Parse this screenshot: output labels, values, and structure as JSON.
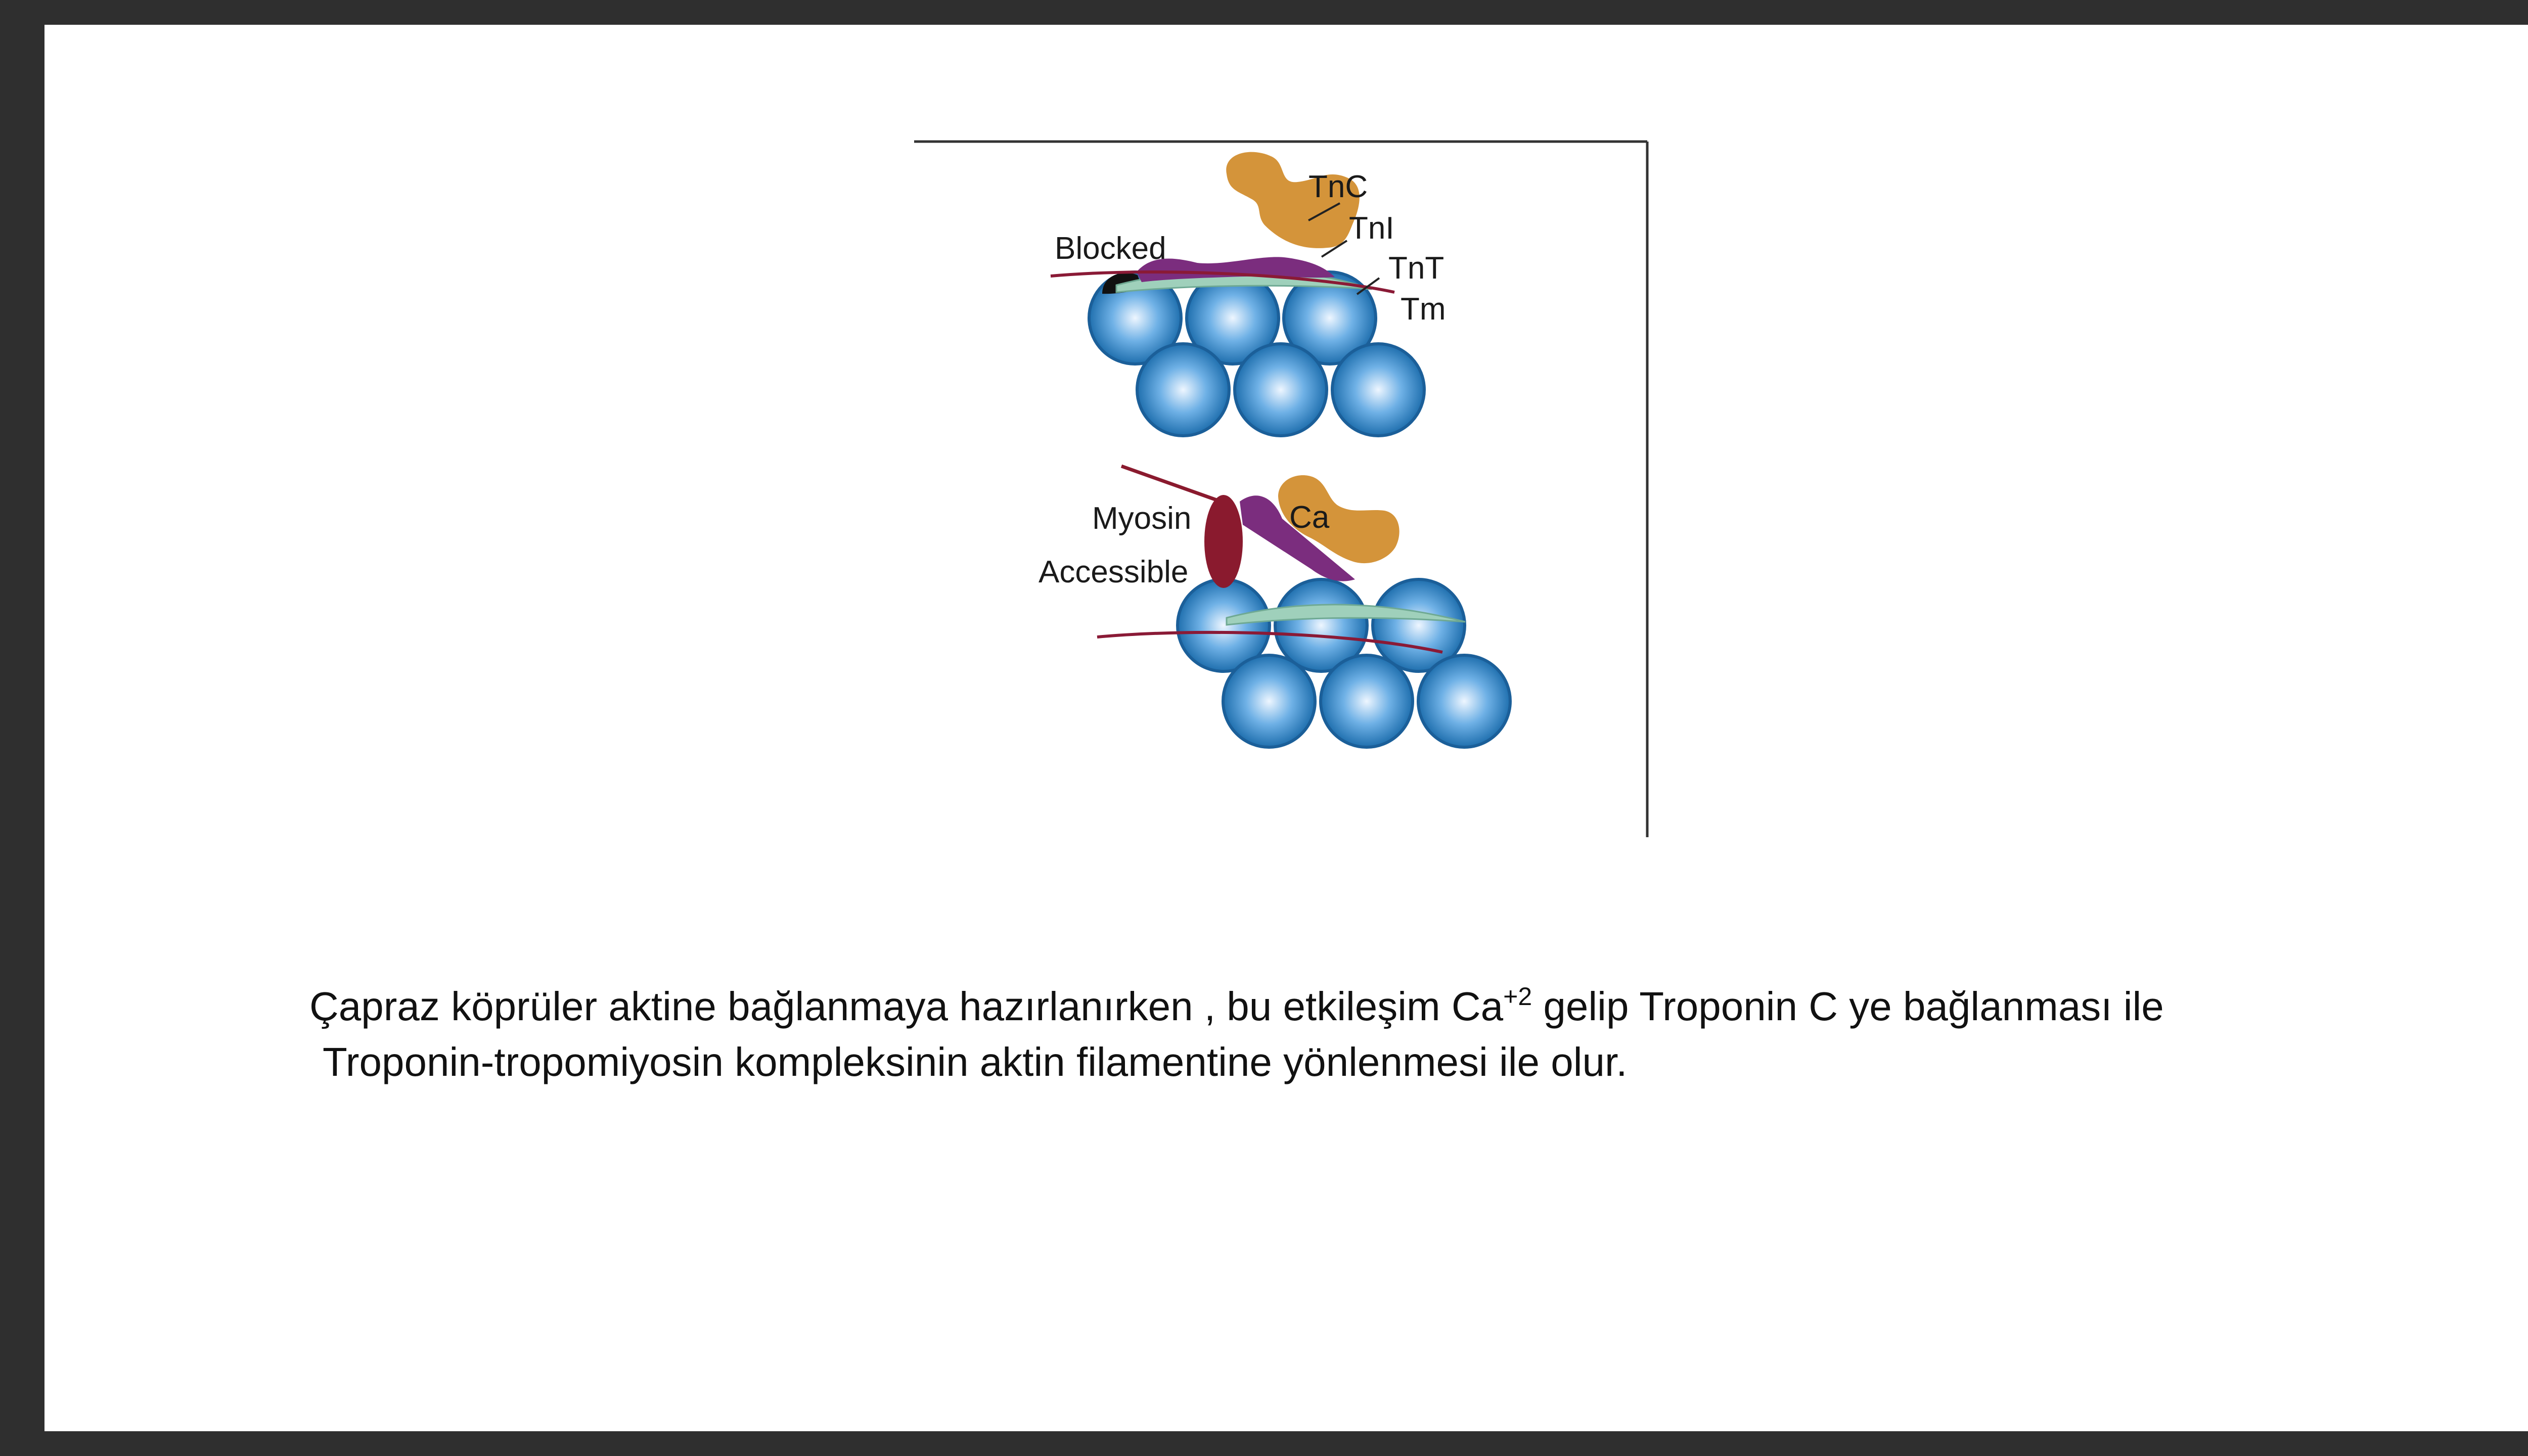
{
  "figure": {
    "labels": {
      "tnc": "TnC",
      "tni": "TnI",
      "tnt": "TnT",
      "tm": "Tm",
      "blocked": "Blocked",
      "myosin": "Myosin",
      "ca": "Ca",
      "accessible": "Accessible"
    },
    "colors": {
      "actin": "#2a7fc0",
      "troponin_c": "#d4943a",
      "troponin_i": "#7b2d7e",
      "troponin_t": "#9fd0bb",
      "tropomyosin": "#8a1a36",
      "myosin": "#8a1a2e",
      "blocked_site": "#111111"
    }
  },
  "caption": {
    "line1_before": "Çapraz köprüler aktine bağlanmaya hazırlanırken , bu etkileşim Ca",
    "line1_sup": "+2",
    "line1_after": " gelip Troponin C ye bağlanması ile",
    "line2": "Troponin-tropomiyosin kompleksinin aktin filamentine yönlenmesi ile olur."
  }
}
